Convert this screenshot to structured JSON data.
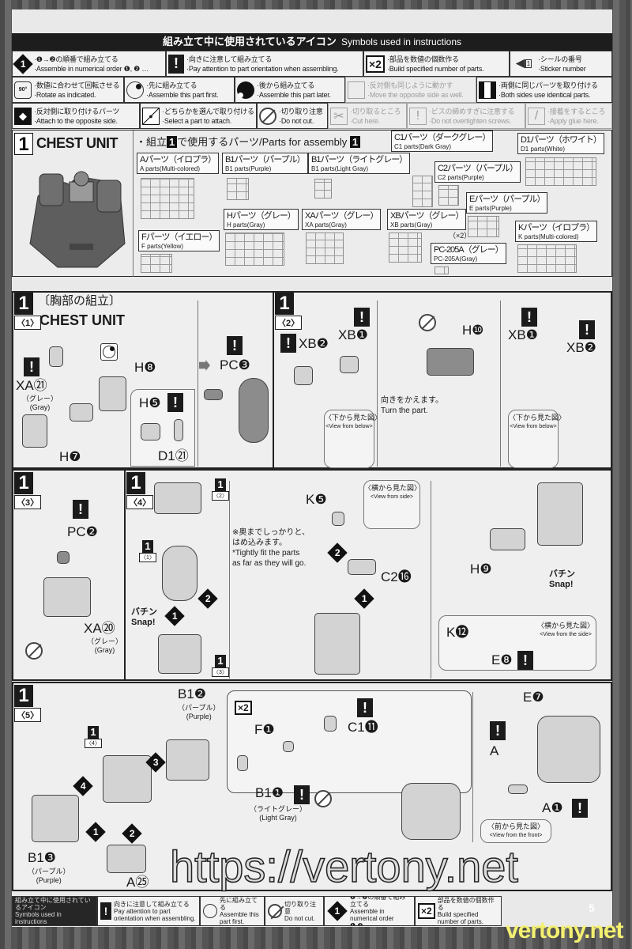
{
  "header": {
    "title_jp": "組み立て中に使用されているアイコン",
    "title_en": "Symbols used in instructions"
  },
  "legend": [
    {
      "icon": "numbered-order-icon",
      "glyph": "1",
      "jp": "❶→❷の順番で組み立てる",
      "en": "Assemble in numerical order ❶, ❷ …"
    },
    {
      "icon": "attention-icon",
      "glyph": "!",
      "jp": "向きに注意して組み立てる",
      "en": "Pay attention to part orientation when assembling."
    },
    {
      "icon": "multiply-icon",
      "glyph": "×2",
      "jp": "部品を数値の個数作る",
      "en": "Build specified number of parts."
    },
    {
      "icon": "sticker-icon",
      "glyph": "1",
      "jp": "シールの番号",
      "en": "Sticker number"
    },
    {
      "icon": "rotate-icon",
      "glyph": "90°",
      "jp": "数値に合わせて回転させる",
      "en": "Rotate as indicated."
    },
    {
      "icon": "assemble-first-icon",
      "jp": "先に組み立てる",
      "en": "Assemble this part first."
    },
    {
      "icon": "assemble-later-icon",
      "jp": "後から組み立てる",
      "en": "Assemble this part later."
    },
    {
      "icon": "move-opposite-icon",
      "jp": "反対側も同じように動かす",
      "en": "Move the opposite side as well.",
      "faded": true
    },
    {
      "icon": "both-sides-icon",
      "jp": "両側に同じパーツを取り付ける",
      "en": "Both sides use identical parts."
    },
    {
      "icon": "opposite-side-icon",
      "jp": "反対側に取り付けるパーツ",
      "en": "Attach to the opposite side."
    },
    {
      "icon": "select-part-icon",
      "jp": "どちらかを選んで取り付ける",
      "en": "Select a part to attach."
    },
    {
      "icon": "no-cut-icon",
      "jp": "切り取り注意",
      "en": "Do not cut."
    },
    {
      "icon": "cut-here-icon",
      "jp": "切り取るところ",
      "en": "Cut here.",
      "faded": true
    },
    {
      "icon": "screw-icon",
      "jp": "ビスの締めすぎに注意する",
      "en": "Do not overtighten screws.",
      "faded": true
    },
    {
      "icon": "glue-icon",
      "jp": "接着をするところ",
      "en": "Apply glue here.",
      "faded": true
    }
  ],
  "chest": {
    "step": "1",
    "title": "CHEST UNIT",
    "parts_heading_prefix": "・組立",
    "parts_heading_mid": "で使用するパーツ/Parts for assembly",
    "step_ref": "1",
    "parts": [
      {
        "jp": "Aパーツ（イロプラ）",
        "en": "A parts(Multi-colored)"
      },
      {
        "jp": "B1パーツ（パープル）",
        "en": "B1 parts(Purple)"
      },
      {
        "jp": "B1パーツ（ライトグレー）",
        "en": "B1 parts(Light Gray)"
      },
      {
        "jp": "C1パーツ（ダークグレー）",
        "en": "C1 parts(Dark Gray)"
      },
      {
        "jp": "D1パーツ（ホワイト）",
        "en": "D1 parts(White)"
      },
      {
        "jp": "C2パーツ（パープル）",
        "en": "C2 parts(Purple)"
      },
      {
        "jp": "Eパーツ（パープル）",
        "en": "E parts(Purple)"
      },
      {
        "jp": "Hパーツ（グレー）",
        "en": "H parts(Gray)"
      },
      {
        "jp": "XAパーツ（グレー）",
        "en": "XA parts(Gray)"
      },
      {
        "jp": "XBパーツ（グレー）",
        "en": "XB parts(Gray)",
        "qty": "（×2）"
      },
      {
        "jp": "Kパーツ（イロプラ）",
        "en": "K parts(Multi-colored)"
      },
      {
        "jp": "Fパーツ（イエロー）",
        "en": "F parts(Yellow)"
      },
      {
        "jp": "PC-205A（グレー）",
        "en": "PC-205A(Gray)"
      }
    ]
  },
  "steps": {
    "s1": {
      "no": "1",
      "sub": "〈1〉",
      "title_jp": "〔胸部の組立〕",
      "title_en": "CHEST UNIT",
      "xa": "XA㉑",
      "gray_jp": "（グレー）",
      "gray_en": "(Gray)",
      "h8": "H❽",
      "h5": "H❺",
      "d1": "D1㉑",
      "h7": "H❼",
      "pc3": "PC❸"
    },
    "s2": {
      "no": "1",
      "sub": "〈2〉",
      "xb2": "XB❷",
      "xb1": "XB❶",
      "h10": "H❿",
      "turn_jp": "向きをかえます。",
      "turn_en": "Turn the part.",
      "below_jp": "〈下から見た図〉",
      "below_en": "<View from below>"
    },
    "s3": {
      "no": "1",
      "sub": "〈3〉",
      "pc2": "PC❷",
      "xa20": "XA⑳",
      "gray_jp": "（グレー）",
      "gray_en": "(Gray)"
    },
    "s4": {
      "no": "1",
      "sub": "〈4〉",
      "ref_no": "1",
      "ref2": "〈2〉",
      "ref1": "〈1〉",
      "ref3": "〈3〉",
      "o1": "1",
      "o2": "2",
      "snap_jp": "バチン",
      "snap_en": "Snap!",
      "note_jp1": "※奥までしっかりと、",
      "note_jp2": "はめ込みます。",
      "note_en1": "*Tightly fit the parts",
      "note_en2": "as far as they will go.",
      "k5": "K❺",
      "c216": "C2⓰",
      "side_jp": "〈横から見た図〉",
      "side_en": "<View from side>",
      "h9": "H❾",
      "k12": "K⓬",
      "e8": "E❽",
      "side2_en": "<View from the side>"
    },
    "s5": {
      "no": "1",
      "sub": "〈5〉",
      "b12": "B1❷",
      "purple_jp": "（パープル）",
      "purple_en": "(Purple)",
      "ref_no": "1",
      "ref4": "〈4〉",
      "o1": "1",
      "o2": "2",
      "o3": "3",
      "o4": "4",
      "b13": "B1❸",
      "a25": "A㉕",
      "x2": "×2",
      "f1": "F❶",
      "c111": "C1⓫",
      "b11": "B1❶",
      "lgray_jp": "（ライトグレー）",
      "lgray_en": "(Light Gray)",
      "e7": "E❼",
      "a_partial": "A",
      "a1": "A❶",
      "front_jp": "〈前から見た図〉",
      "front_en": "<View from the front>"
    }
  },
  "footer": {
    "label_jp": "組み立て中に使用されているアイコン",
    "label_en": "Symbols used in instructions",
    "items": [
      {
        "jp": "向きに注意して組み立てる",
        "en": "Pay attention to part orientation when assembling."
      },
      {
        "jp": "先に組み立てる",
        "en": "Assemble this part first."
      },
      {
        "jp": "切り取り注意",
        "en": "Do not cut."
      },
      {
        "jp": "❶→❷の順番で組み立てる",
        "en": "Assemble in numerical order ❶,❷…"
      },
      {
        "jp": "部品を数値の個数作る",
        "en": "Build specified number of parts."
      }
    ],
    "page": "5"
  },
  "watermark": {
    "url": "https://vertony.net",
    "site": "vertony.net"
  }
}
